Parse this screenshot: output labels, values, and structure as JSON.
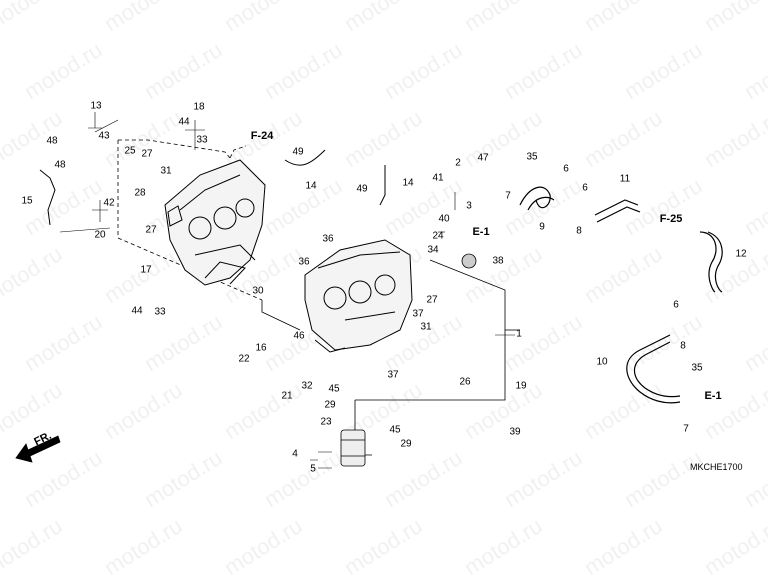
{
  "diagram_code": "MKCHE1700",
  "watermark": "motod.ru",
  "front_label": "FR.",
  "references": {
    "f24": "F-24",
    "f25": "F-25",
    "e1_top": "E-1",
    "e1_bottom": "E-1"
  },
  "callouts": {
    "c1": "1",
    "c2": "2",
    "c3": "3",
    "c4": "4",
    "c5": "5",
    "c6a": "6",
    "c6b": "6",
    "c6c": "6",
    "c7a": "7",
    "c7b": "7",
    "c8a": "8",
    "c8b": "8",
    "c9": "9",
    "c10": "10",
    "c11": "11",
    "c12": "12",
    "c13": "13",
    "c14a": "14",
    "c14b": "14",
    "c15": "15",
    "c16": "16",
    "c17": "17",
    "c18": "18",
    "c19": "19",
    "c20": "20",
    "c21": "21",
    "c22": "22",
    "c23": "23",
    "c24": "24",
    "c25": "25",
    "c26": "26",
    "c27a": "27",
    "c27b": "27",
    "c27c": "27",
    "c28": "28",
    "c29a": "29",
    "c29b": "29",
    "c30": "30",
    "c31a": "31",
    "c31b": "31",
    "c32": "32",
    "c33a": "33",
    "c33b": "33",
    "c34": "34",
    "c35a": "35",
    "c35b": "35",
    "c36a": "36",
    "c36b": "36",
    "c37a": "37",
    "c37b": "37",
    "c38": "38",
    "c39": "39",
    "c40": "40",
    "c41": "41",
    "c42": "42",
    "c43": "43",
    "c44a": "44",
    "c44b": "44",
    "c45a": "45",
    "c45b": "45",
    "c46": "46",
    "c47": "47",
    "c48a": "48",
    "c48b": "48",
    "c49a": "49",
    "c49b": "49"
  }
}
